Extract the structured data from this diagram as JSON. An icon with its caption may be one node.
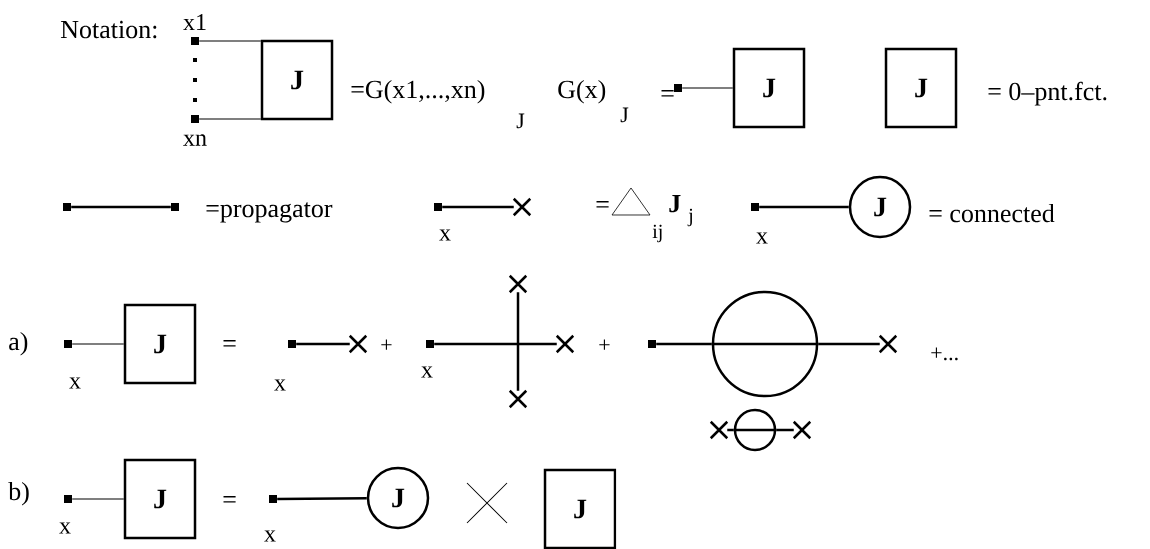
{
  "diagram": {
    "nodes": [
      {
        "text": [
          "J"
        ]
      },
      {
        "text": [],
        "shape": "square",
        "beside": [
          "x1"
        ]
      },
      {
        "text": [],
        "shape": "square",
        "beside": [
          "xn"
        ]
      },
      {
        "text": [],
        "shape": "square"
      },
      {
        "text": [
          "J"
        ]
      },
      {
        "text": [
          "J"
        ]
      },
      {
        "text": [],
        "shape": "square"
      },
      {
        "text": [],
        "shape": "square"
      },
      {
        "text": [],
        "shape": "square",
        "beside": [
          "x"
        ]
      },
      {
        "text": [],
        "shape": "cross"
      },
      {
        "text": [],
        "shape": "square",
        "beside": [
          "x"
        ]
      },
      {
        "text": [
          "J"
        ]
      },
      {
        "text": [],
        "shape": "square",
        "beside": [
          "x"
        ]
      },
      {
        "text": [
          "J"
        ]
      },
      {
        "text": [],
        "shape": "square",
        "beside": [
          "x"
        ]
      },
      {
        "text": [],
        "shape": "cross"
      },
      {
        "text": [],
        "shape": "square",
        "beside": [
          "x"
        ]
      },
      {
        "text": [],
        "shape": "cross"
      },
      {
        "text": [],
        "shape": "cross"
      },
      {
        "text": [],
        "shape": "cross"
      },
      {
        "text": [],
        "shape": "square"
      },
      {
        "text": [],
        "shape": "cross"
      },
      {
        "text": [],
        "shape": "circle"
      },
      {
        "text": [],
        "shape": "cross"
      },
      {
        "text": [],
        "shape": "circle"
      },
      {
        "text": [],
        "shape": "cross"
      },
      {
        "text": [],
        "shape": "square",
        "beside": [
          "x"
        ]
      },
      {
        "text": [
          "J"
        ]
      },
      {
        "text": [],
        "shape": "square",
        "beside": [
          "x"
        ]
      },
      {
        "text": [
          "J"
        ]
      },
      {
        "text": [
          "J"
        ]
      }
    ],
    "edges": [
      {
        "from": 1,
        "to": 0,
        "arrow": "none"
      },
      {
        "from": 2,
        "to": 0,
        "arrow": "none"
      },
      {
        "from": 3,
        "to": 4,
        "arrow": "none"
      },
      {
        "from": 6,
        "to": 7,
        "arrow": "none"
      },
      {
        "from": 8,
        "to": 9,
        "arrow": "none"
      },
      {
        "from": 10,
        "to": 11,
        "arrow": "none"
      },
      {
        "from": 12,
        "to": 13,
        "arrow": "none"
      },
      {
        "from": 14,
        "to": 15,
        "arrow": "none"
      },
      {
        "from": 16,
        "to": 17,
        "arrow": "none"
      },
      {
        "from": 18,
        "to": 19,
        "arrow": "none"
      },
      {
        "from": 20,
        "to": 22,
        "arrow": "none"
      },
      {
        "from": 22,
        "to": 21,
        "arrow": "none"
      },
      {
        "from": 23,
        "to": 24,
        "arrow": "none"
      },
      {
        "from": 24,
        "to": 25,
        "arrow": "none"
      },
      {
        "from": 26,
        "to": 27,
        "arrow": "none"
      },
      {
        "from": 28,
        "to": 29,
        "arrow": "none"
      }
    ],
    "labels": [
      "Notation:",
      "=G(x1,...,xn)",
      "J",
      "G(x)",
      "J",
      "=",
      "= 0–pnt.fct.",
      "=propagator",
      "=",
      "ij",
      "J",
      "j",
      "= connected",
      "a)",
      "=",
      "+",
      "+",
      "+...",
      "b)",
      "="
    ]
  }
}
